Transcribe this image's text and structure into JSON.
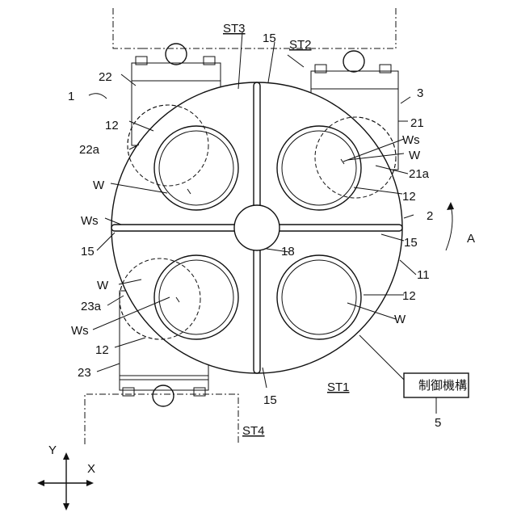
{
  "labels": {
    "st1": "ST1",
    "st2": "ST2",
    "st3": "ST3",
    "st4": "ST4",
    "n1": "1",
    "n2": "2",
    "n3": "3",
    "n5": "5",
    "n11": "11",
    "n12": "12",
    "n15": "15",
    "n18": "18",
    "n21": "21",
    "n21a": "21a",
    "n22": "22",
    "n22a": "22a",
    "n23": "23",
    "n23a": "23a",
    "w": "W",
    "ws": "Ws",
    "dirA": "A",
    "axisX": "X",
    "axisY": "Y",
    "controller": "制御機構"
  }
}
